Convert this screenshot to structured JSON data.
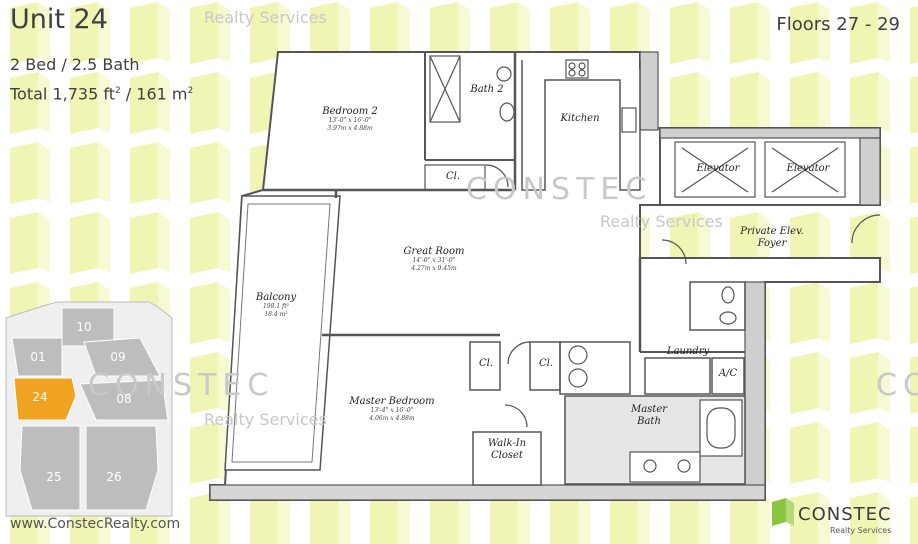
{
  "header": {
    "title": "Unit 24",
    "beds_baths": "2 Bed / 2.5 Bath",
    "total_prefix": "Total 1,735 ft",
    "total_sup1": "2",
    "total_mid": " / 161 m",
    "total_sup2": "2",
    "floors": "Floors 27 - 29"
  },
  "website": "www.ConstecRealty.com",
  "watermarks": {
    "brand": "CONSTEC",
    "sub": "Realty Services"
  },
  "logo": {
    "name": "CONSTEC",
    "tagline": "Realty Services"
  },
  "rooms": {
    "bedroom2": {
      "name": "Bedroom 2",
      "dim1": "13'-0\" x 16'-0\"",
      "dim2": "3.97m x 4.88m"
    },
    "bath2": {
      "name": "Bath 2"
    },
    "kitchen": {
      "name": "Kitchen"
    },
    "closet_b2": {
      "name": "Cl."
    },
    "elevator_left": {
      "name": "Elevator"
    },
    "elevator_right": {
      "name": "Elevator"
    },
    "foyer": {
      "name": "Private Elev.",
      "name2": "Foyer"
    },
    "great_room": {
      "name": "Great Room",
      "dim1": "14'-0\" x 31'-0\"",
      "dim2": "4.27m x 9.45m"
    },
    "balcony": {
      "name": "Balcony",
      "dim1": "198.1 ft²",
      "dim2": "18.4 m²"
    },
    "closet_left": {
      "name": "Cl."
    },
    "closet_right": {
      "name": "Cl."
    },
    "laundry": {
      "name": "Laundry"
    },
    "ac": {
      "name": "A/C"
    },
    "master_bedroom": {
      "name": "Master Bedroom",
      "dim1": "13'-4\" x 16'-0\"",
      "dim2": "4.06m x 4.88m"
    },
    "walkin": {
      "name": "Walk-In",
      "name2": "Closet"
    },
    "master_bath": {
      "name": "Master",
      "name2": "Bath"
    }
  },
  "key_plan": {
    "units": [
      "10",
      "01",
      "09",
      "24",
      "08",
      "25",
      "26"
    ],
    "highlight": "24",
    "highlight_color": "#f0a321",
    "unit_color": "#bdbdbd"
  },
  "colors": {
    "pattern": "#f0f5b4",
    "wall": "#555555",
    "logo_green": "#8cc63f"
  }
}
